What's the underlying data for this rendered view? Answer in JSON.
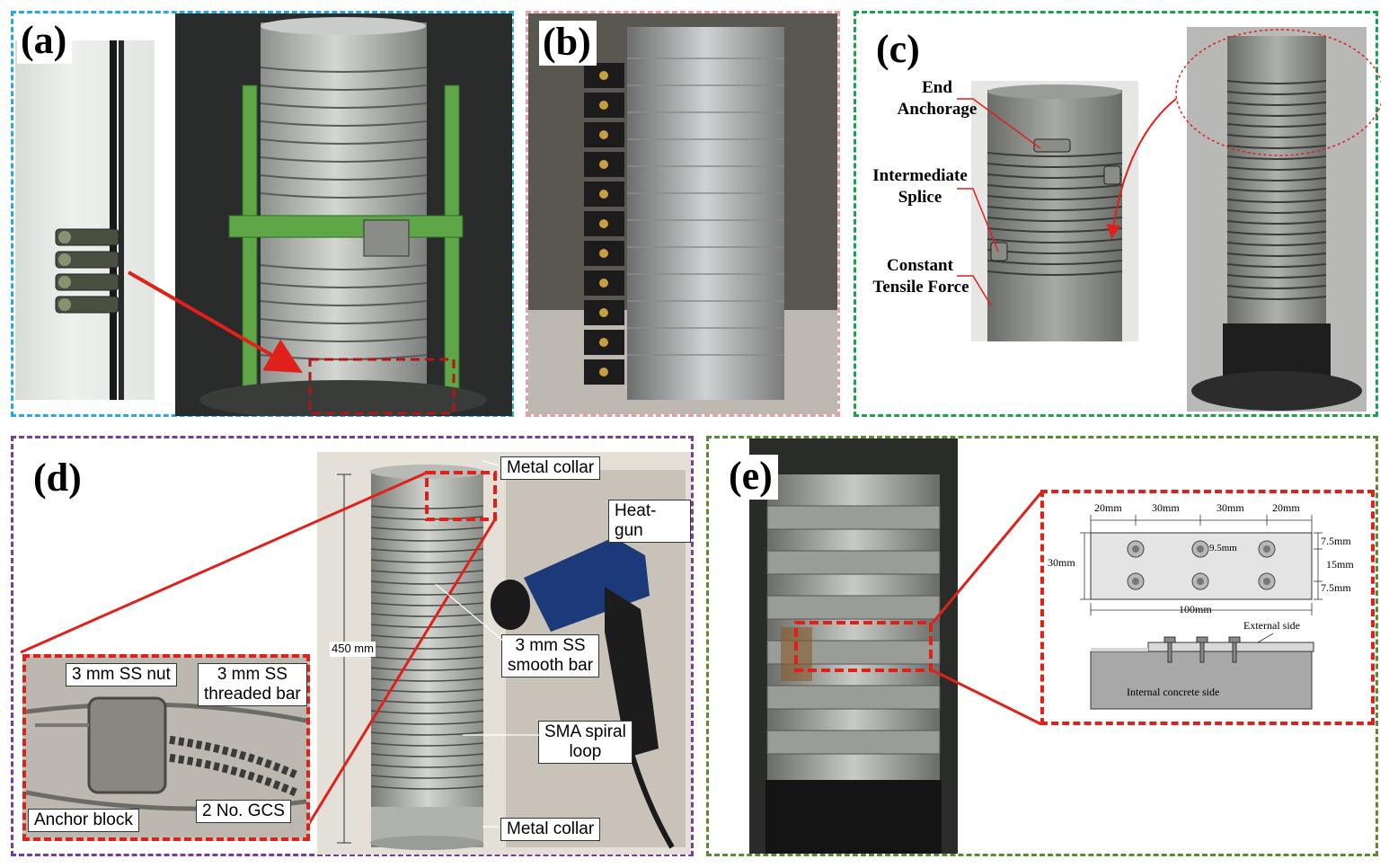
{
  "panels": {
    "a": {
      "label": "(a)"
    },
    "b": {
      "label": "(b)"
    },
    "c": {
      "label": "(c)",
      "annotations": [
        "End",
        "Anchorage",
        "Intermediate",
        "Splice",
        "Constant",
        "Tensile Force"
      ]
    },
    "d": {
      "label": "(d)",
      "annotations": {
        "metal_collar_top": "Metal collar",
        "heat_gun": "Heat-gun",
        "smooth_bar_1": "3 mm SS",
        "smooth_bar_2": "smooth bar",
        "sma_1": "SMA spiral",
        "sma_2": "loop",
        "metal_collar_bottom": "Metal collar",
        "height": "450 mm",
        "nut": "3 mm SS nut",
        "threaded_1": "3 mm SS",
        "threaded_2": "threaded bar",
        "anchor": "Anchor block",
        "gcs": "2 No. GCS"
      }
    },
    "e": {
      "label": "(e)",
      "dims": {
        "d20a": "20mm",
        "d30a": "30mm",
        "d30b": "30mm",
        "d20b": "20mm",
        "d30h": "30mm",
        "d95": "9.5mm",
        "d75a": "7.5mm",
        "d15": "15mm",
        "d75b": "7.5mm",
        "d100": "100mm",
        "external": "External side",
        "internal": "Internal concrete side"
      }
    }
  },
  "colors": {
    "a_border": "#29a8e0",
    "b_border": "#e8a0a8",
    "c_border": "#1aa34a",
    "d_border": "#7a3c98",
    "e_border": "#5a8a32",
    "red": "#e0201a",
    "darkred": "#b01818"
  }
}
